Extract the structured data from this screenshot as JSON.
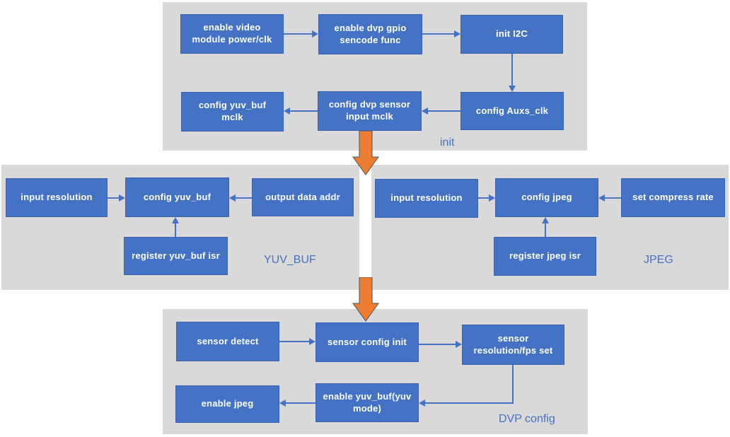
{
  "diagram": {
    "init": {
      "label": "init",
      "boxes": {
        "enable_video": "enable video module power/clk",
        "enable_dvp_gpio": "enable dvp gpio sencode func",
        "init_i2c": "init I2C",
        "config_auxs": "config Auxs_clk",
        "config_dvp_sensor": "config dvp sensor input mclk",
        "config_yuv_mclk": "config yuv_buf mclk"
      }
    },
    "yuv_buf": {
      "label": "YUV_BUF",
      "boxes": {
        "input_resolution": "input resolution",
        "config_yuv_buf": "config yuv_buf",
        "output_data_addr": "output data addr",
        "register_isr": "register yuv_buf isr"
      }
    },
    "jpeg": {
      "label": "JPEG",
      "boxes": {
        "input_resolution": "input resolution",
        "config_jpeg": "config jpeg",
        "set_compress_rate": "set compress rate",
        "register_isr": "register jpeg isr"
      }
    },
    "dvp_config": {
      "label": "DVP config",
      "boxes": {
        "sensor_detect": "sensor detect",
        "sensor_config_init": "sensor config init",
        "sensor_resolution": "sensor resolution/fps set",
        "enable_yuv_buf": "enable yuv_buf(yuv mode)",
        "enable_jpeg": "enable jpeg"
      }
    },
    "colors": {
      "node_fill": "#4472C4",
      "node_border": "#3A62AE",
      "node_text": "#FFFFFF",
      "panel_fill": "#D9D9D9",
      "connector": "#4472C4",
      "panel_label": "#4472C4",
      "flow_arrow_fill": "#ED7D31",
      "flow_arrow_border": "#44546A",
      "background": "#FFFFFF"
    }
  }
}
